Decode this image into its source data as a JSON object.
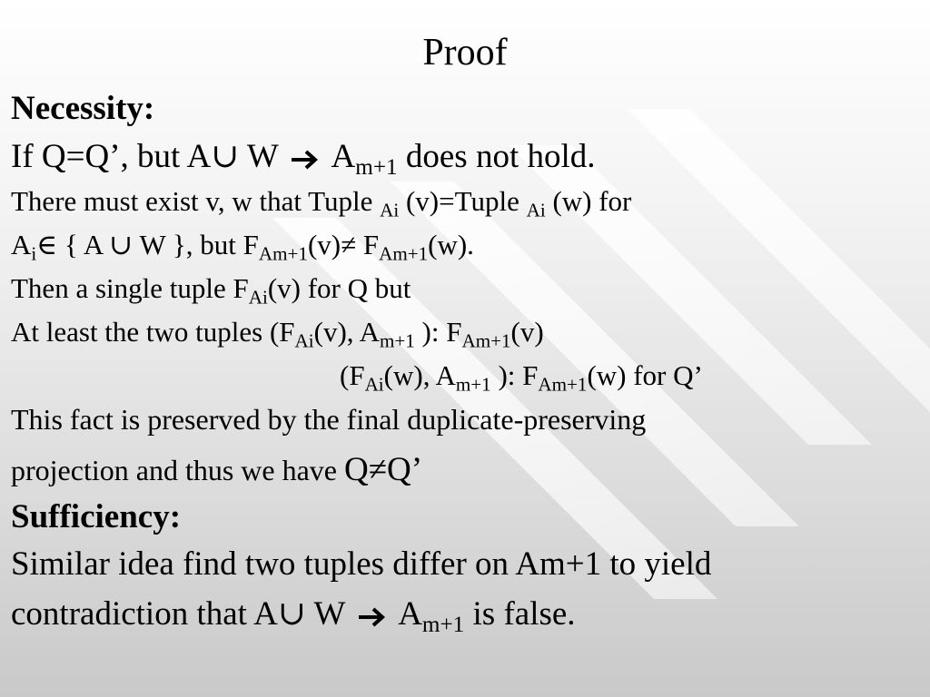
{
  "slide": {
    "title": "Proof",
    "necessity_heading": "Necessity:",
    "sufficiency_heading": "Sufficiency:",
    "line1": {
      "a": "If Q=Q’, but A∪ W",
      "b": "A",
      "sub": "m+1",
      "c": " does not hold."
    },
    "line2": {
      "a": "There must exist v, w that Tuple ",
      "sub1": "Ai",
      "b": " (v)=Tuple ",
      "sub2": "Ai",
      "c": " (w) for"
    },
    "line3": {
      "a": "A",
      "sub1": "i",
      "b": "∈ { A ∪ W }, but F",
      "sub2": "Am+1",
      "c": "(v)≠ F",
      "sub3": "Am+1",
      "d": "(w)."
    },
    "line4": {
      "a": "Then a single tuple F",
      "sub": "Ai",
      "b": "(v) for Q but"
    },
    "line5": {
      "a": "At least the two tuples (F",
      "sub1": "Ai",
      "b": "(v), A",
      "sub2": "m+1",
      "c": " ):  F",
      "sub3": "Am+1",
      "d": "(v)"
    },
    "line6": {
      "a": "(F",
      "sub1": "Ai",
      "b": "(w), A",
      "sub2": "m+1",
      "c": " ): F",
      "sub3": "Am+1",
      "d": "(w) for Q’"
    },
    "line7": "This fact is preserved by the final duplicate-preserving",
    "line8": {
      "a": "projection and thus we have ",
      "b": "Q≠Q’"
    },
    "line9": "Similar idea find two tuples differ on Am+1 to yield",
    "line10": {
      "a": "contradiction that A∪ W",
      "b": "A",
      "sub": "m+1",
      "c": " is false."
    }
  }
}
